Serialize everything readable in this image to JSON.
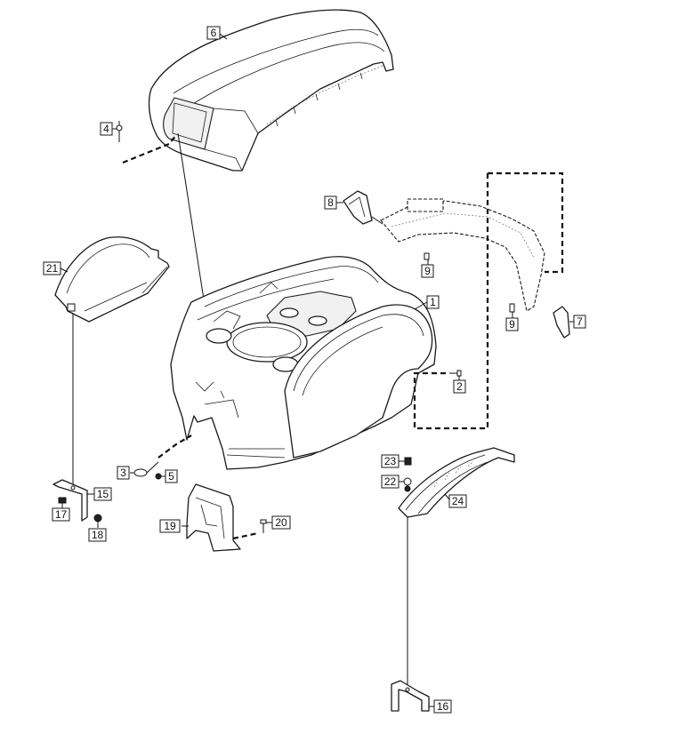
{
  "diagram": {
    "callouts": {
      "c1": "1",
      "c2": "2",
      "c3": "3",
      "c4": "4",
      "c5": "5",
      "c6": "6",
      "c7": "7",
      "c8": "8",
      "c9a": "9",
      "c9b": "9",
      "c15": "15",
      "c16": "16",
      "c17": "17",
      "c18": "18",
      "c19": "19",
      "c20": "20",
      "c21": "21",
      "c22": "22",
      "c23": "23",
      "c24": "24"
    }
  }
}
